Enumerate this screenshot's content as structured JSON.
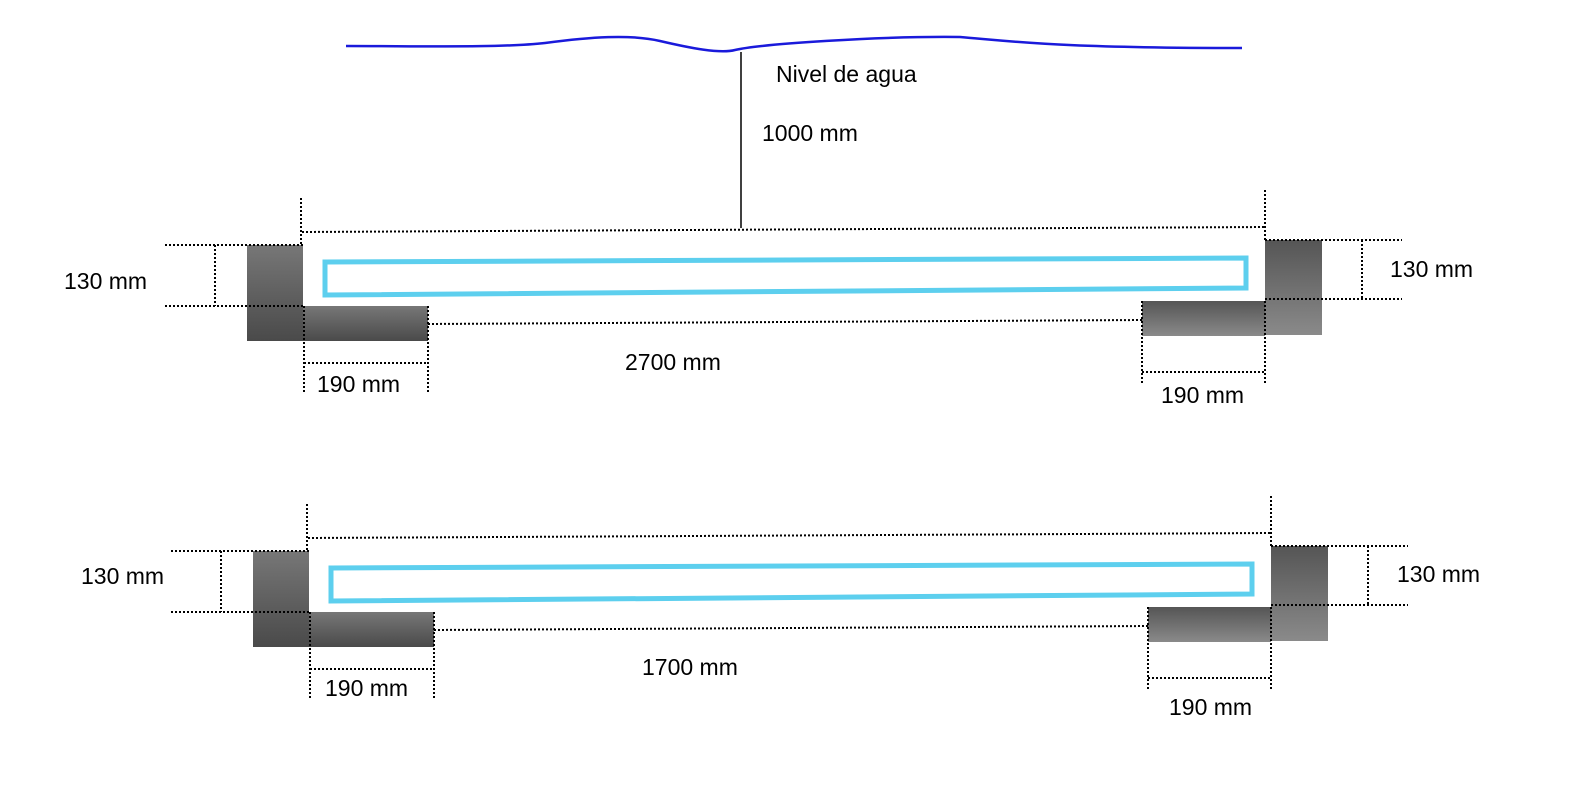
{
  "water_label": "Nivel de agua",
  "depth_label": "1000 mm",
  "colors": {
    "water": "#1a1adb",
    "beam": "#5dcfee",
    "support_dark": "#4a4a4a",
    "support_light": "#8a8a8a"
  },
  "diagrams": [
    {
      "height_left": "130 mm",
      "height_right": "130 mm",
      "span": "2700 mm",
      "support_left": "190 mm",
      "support_right": "190 mm"
    },
    {
      "height_left": "130 mm",
      "height_right": "130 mm",
      "span": "1700 mm",
      "support_left": "190 mm",
      "support_right": "190 mm"
    }
  ]
}
